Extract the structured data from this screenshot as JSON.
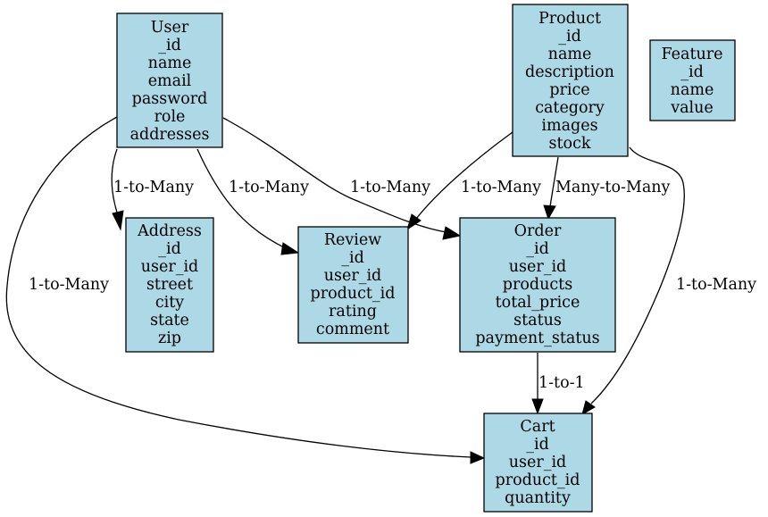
{
  "colors": {
    "node_fill": "#add8e6",
    "stroke": "#000000",
    "background": "#ffffff"
  },
  "nodes": {
    "user": {
      "fields": [
        "User",
        "_id",
        "name",
        "email",
        "password",
        "role",
        "addresses"
      ]
    },
    "product": {
      "fields": [
        "Product",
        "_id",
        "name",
        "description",
        "price",
        "category",
        "images",
        "stock"
      ]
    },
    "feature": {
      "fields": [
        "Feature",
        "_id",
        "name",
        "value"
      ]
    },
    "address": {
      "fields": [
        "Address",
        "_id",
        "user_id",
        "street",
        "city",
        "state",
        "zip"
      ]
    },
    "review": {
      "fields": [
        "Review",
        "_id",
        "user_id",
        "product_id",
        "rating",
        "comment"
      ]
    },
    "order": {
      "fields": [
        "Order",
        "_id",
        "user_id",
        "products",
        "total_price",
        "status",
        "payment_status"
      ]
    },
    "cart": {
      "fields": [
        "Cart",
        "_id",
        "user_id",
        "product_id",
        "quantity"
      ]
    }
  },
  "edges": [
    {
      "from": "User",
      "to": "Address",
      "label": "1-to-Many"
    },
    {
      "from": "User",
      "to": "Review",
      "label": "1-to-Many"
    },
    {
      "from": "User",
      "to": "Order",
      "label": "1-to-Many"
    },
    {
      "from": "User",
      "to": "Cart",
      "label": "1-to-Many"
    },
    {
      "from": "Product",
      "to": "Review",
      "label": "1-to-Many"
    },
    {
      "from": "Product",
      "to": "Order",
      "label": "Many-to-Many"
    },
    {
      "from": "Product",
      "to": "Cart",
      "label": "1-to-Many"
    },
    {
      "from": "Order",
      "to": "Cart",
      "label": "1-to-1"
    }
  ]
}
